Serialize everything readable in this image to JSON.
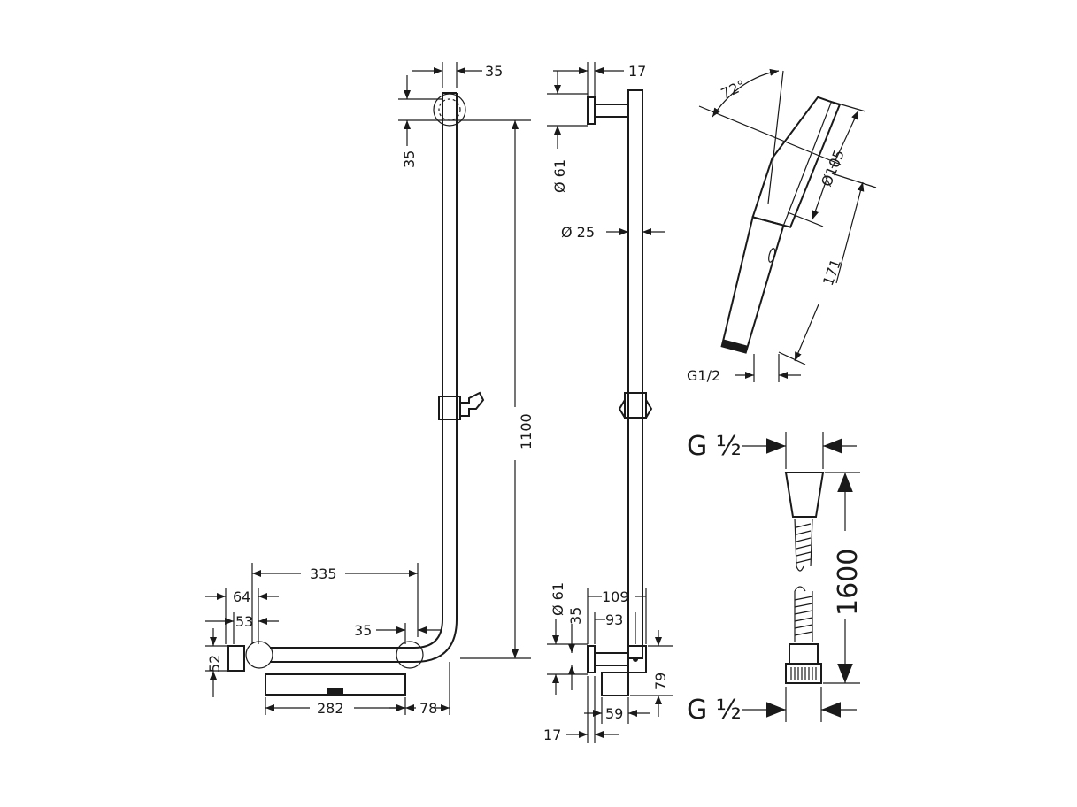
{
  "front_view": {
    "top_bracket_offset": "35",
    "top_bracket_height": "35",
    "total_height": "1100",
    "horizontal_length": "335",
    "mount_width_outer": "64",
    "mount_width_inner": "53",
    "mount_height": "52",
    "tray_clearance": "35",
    "tray_length": "282",
    "corner_offset": "78"
  },
  "side_view": {
    "top_projection": "17",
    "top_flange_diameter": "Ø 61",
    "rail_diameter": "Ø 25",
    "bottom_flange_diameter": "Ø 61",
    "bottom_flange_offset": "35",
    "bottom_depth_outer": "109",
    "bottom_depth_inner": "93",
    "holder_height": "79",
    "holder_depth": "59",
    "bottom_projection": "17"
  },
  "hand_shower": {
    "angle": "72°",
    "head_diameter": "Ø105",
    "length": "171",
    "connection": "G1/2"
  },
  "hose": {
    "top_connection": "G ½",
    "length": "1600",
    "bottom_connection": "G ½"
  }
}
